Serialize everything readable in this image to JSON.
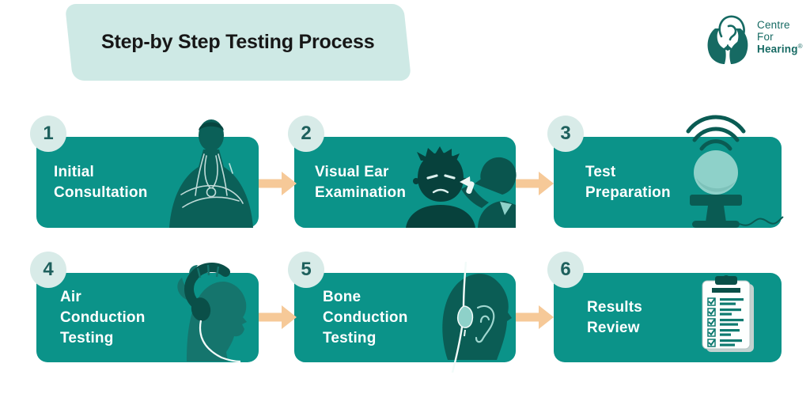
{
  "title": "Step-by Step Testing Process",
  "logo": {
    "icon": "hands-holding-ear-icon",
    "name_line1": "Centre",
    "name_line2": "For",
    "name_line3": "Hearing",
    "registered_mark": "®"
  },
  "steps": [
    {
      "number": "1",
      "lines": [
        "Initial",
        "Consultation"
      ],
      "illustration": "doctor-crossed-arms"
    },
    {
      "number": "2",
      "lines": [
        "Visual Ear",
        "Examination"
      ],
      "illustration": "otoscope-ear-exam"
    },
    {
      "number": "3",
      "lines": [
        "Test",
        "Preparation"
      ],
      "illustration": "speaker-with-sound-waves"
    },
    {
      "number": "4",
      "lines": [
        "Air",
        "Conduction",
        "Testing"
      ],
      "illustration": "person-wearing-headphones"
    },
    {
      "number": "5",
      "lines": [
        "Bone",
        "Conduction",
        "Testing"
      ],
      "illustration": "bone-conduction-device"
    },
    {
      "number": "6",
      "lines": [
        "Results",
        "Review"
      ],
      "illustration": "checklist-clipboard"
    }
  ],
  "colors": {
    "background": "#ffffff",
    "banner_mint": "#cee9e5",
    "title_text": "#171717",
    "box_teal": "#0b9389",
    "badge_bg": "#d8ebe8",
    "badge_text": "#1e605d",
    "label_text": "#ffffff",
    "arrow_peach": "#f6c998",
    "logo_teal": "#166a63",
    "illustration_dark": "#0a5b53",
    "illustration_light": "#8ed1c9"
  }
}
